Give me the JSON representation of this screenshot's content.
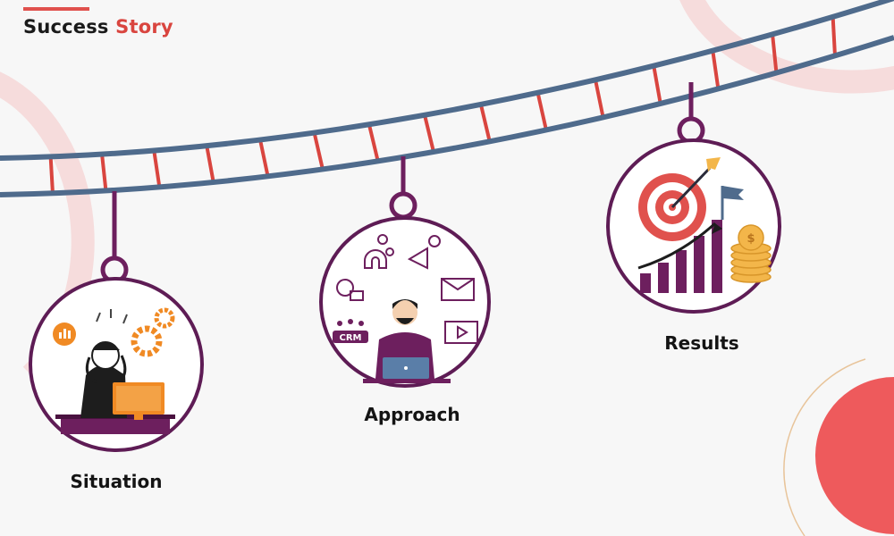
{
  "header": {
    "title_word1": "Success",
    "title_word2": "Story"
  },
  "stages": [
    {
      "label": "Situation",
      "icon": "stressed-person-icon"
    },
    {
      "label": "Approach",
      "icon": "marketer-laptop-icon"
    },
    {
      "label": "Results",
      "icon": "target-growth-icon"
    }
  ],
  "illustrations": {
    "crm_badge": "CRM",
    "currency_symbol": "$"
  },
  "colors": {
    "accent": "#e0514d",
    "ladder_rail": "#4f6b8c",
    "ladder_rung": "#d9453f",
    "hanger": "#6d1f5e",
    "text": "#141414"
  }
}
